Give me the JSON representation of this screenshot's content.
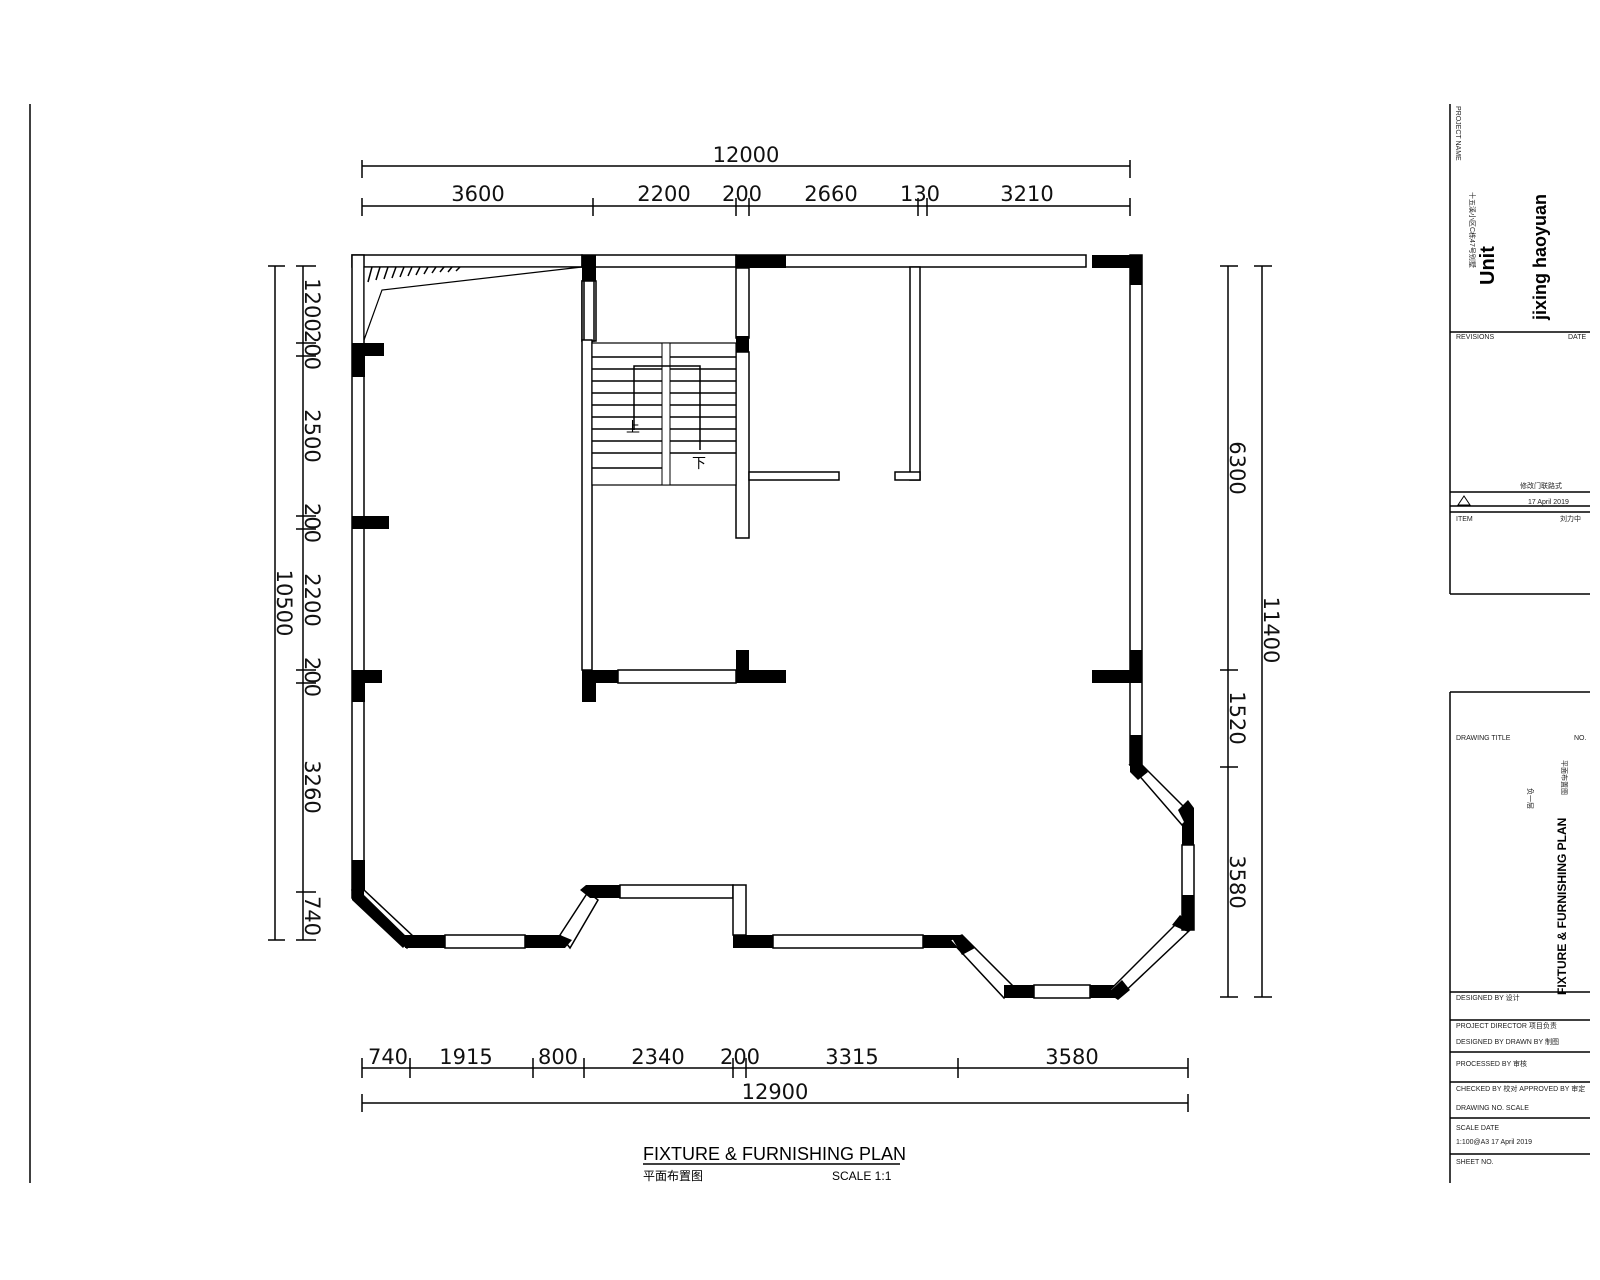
{
  "drawing": {
    "title": "FIXTURE & FURNISHING PLAN",
    "subtitle": "平面布置图",
    "scale": "SCALE 1:1"
  },
  "dimensions": {
    "top_total": "12000",
    "top": [
      "3600",
      "2200",
      "200",
      "2660",
      "130",
      "3210"
    ],
    "bottom_total": "12900",
    "bottom": [
      "740",
      "1915",
      "800",
      "2340",
      "200",
      "3315",
      "3580"
    ],
    "left_total": "10500",
    "left": [
      "1200",
      "200",
      "2500",
      "200",
      "2200",
      "200",
      "3260",
      "740"
    ],
    "right_total": "11400",
    "right": [
      "6300",
      "1520",
      "3580"
    ]
  },
  "stair": {
    "up_label": "上",
    "down_label": "下"
  },
  "title_block_top": {
    "project_name_label": "PROJECT NAME",
    "project_name": "十五溪小区C栋47号别墅",
    "unit_label": "Unit",
    "unit_value": "jixing haoyuan",
    "revisions_label": "REVISIONS",
    "date_label": "DATE",
    "revision_note": "修改门联路式",
    "revision_date": "17 April 2019",
    "revision_by": "刘力中",
    "item_label": "ITEM"
  },
  "title_block_bottom": {
    "drawing_title_label": "DRAWING TITLE",
    "no_label": "NO.",
    "floor": "负一层",
    "title_cn": "平面布置图",
    "title_en": "FIXTURE & FURNISHING PLAN",
    "rows": [
      "DESIGNED BY 设计",
      "PROJECT DIRECTOR 项目负责",
      "DESIGNED BY    DRAWN BY 制图",
      "PROCESSED BY 审核",
      "CHECKED BY 校对    APPROVED BY 审定",
      "DRAWING NO.    SCALE",
      "SCALE    DATE",
      "1:100@A3    17 April 2019",
      "SHEET NO."
    ]
  }
}
